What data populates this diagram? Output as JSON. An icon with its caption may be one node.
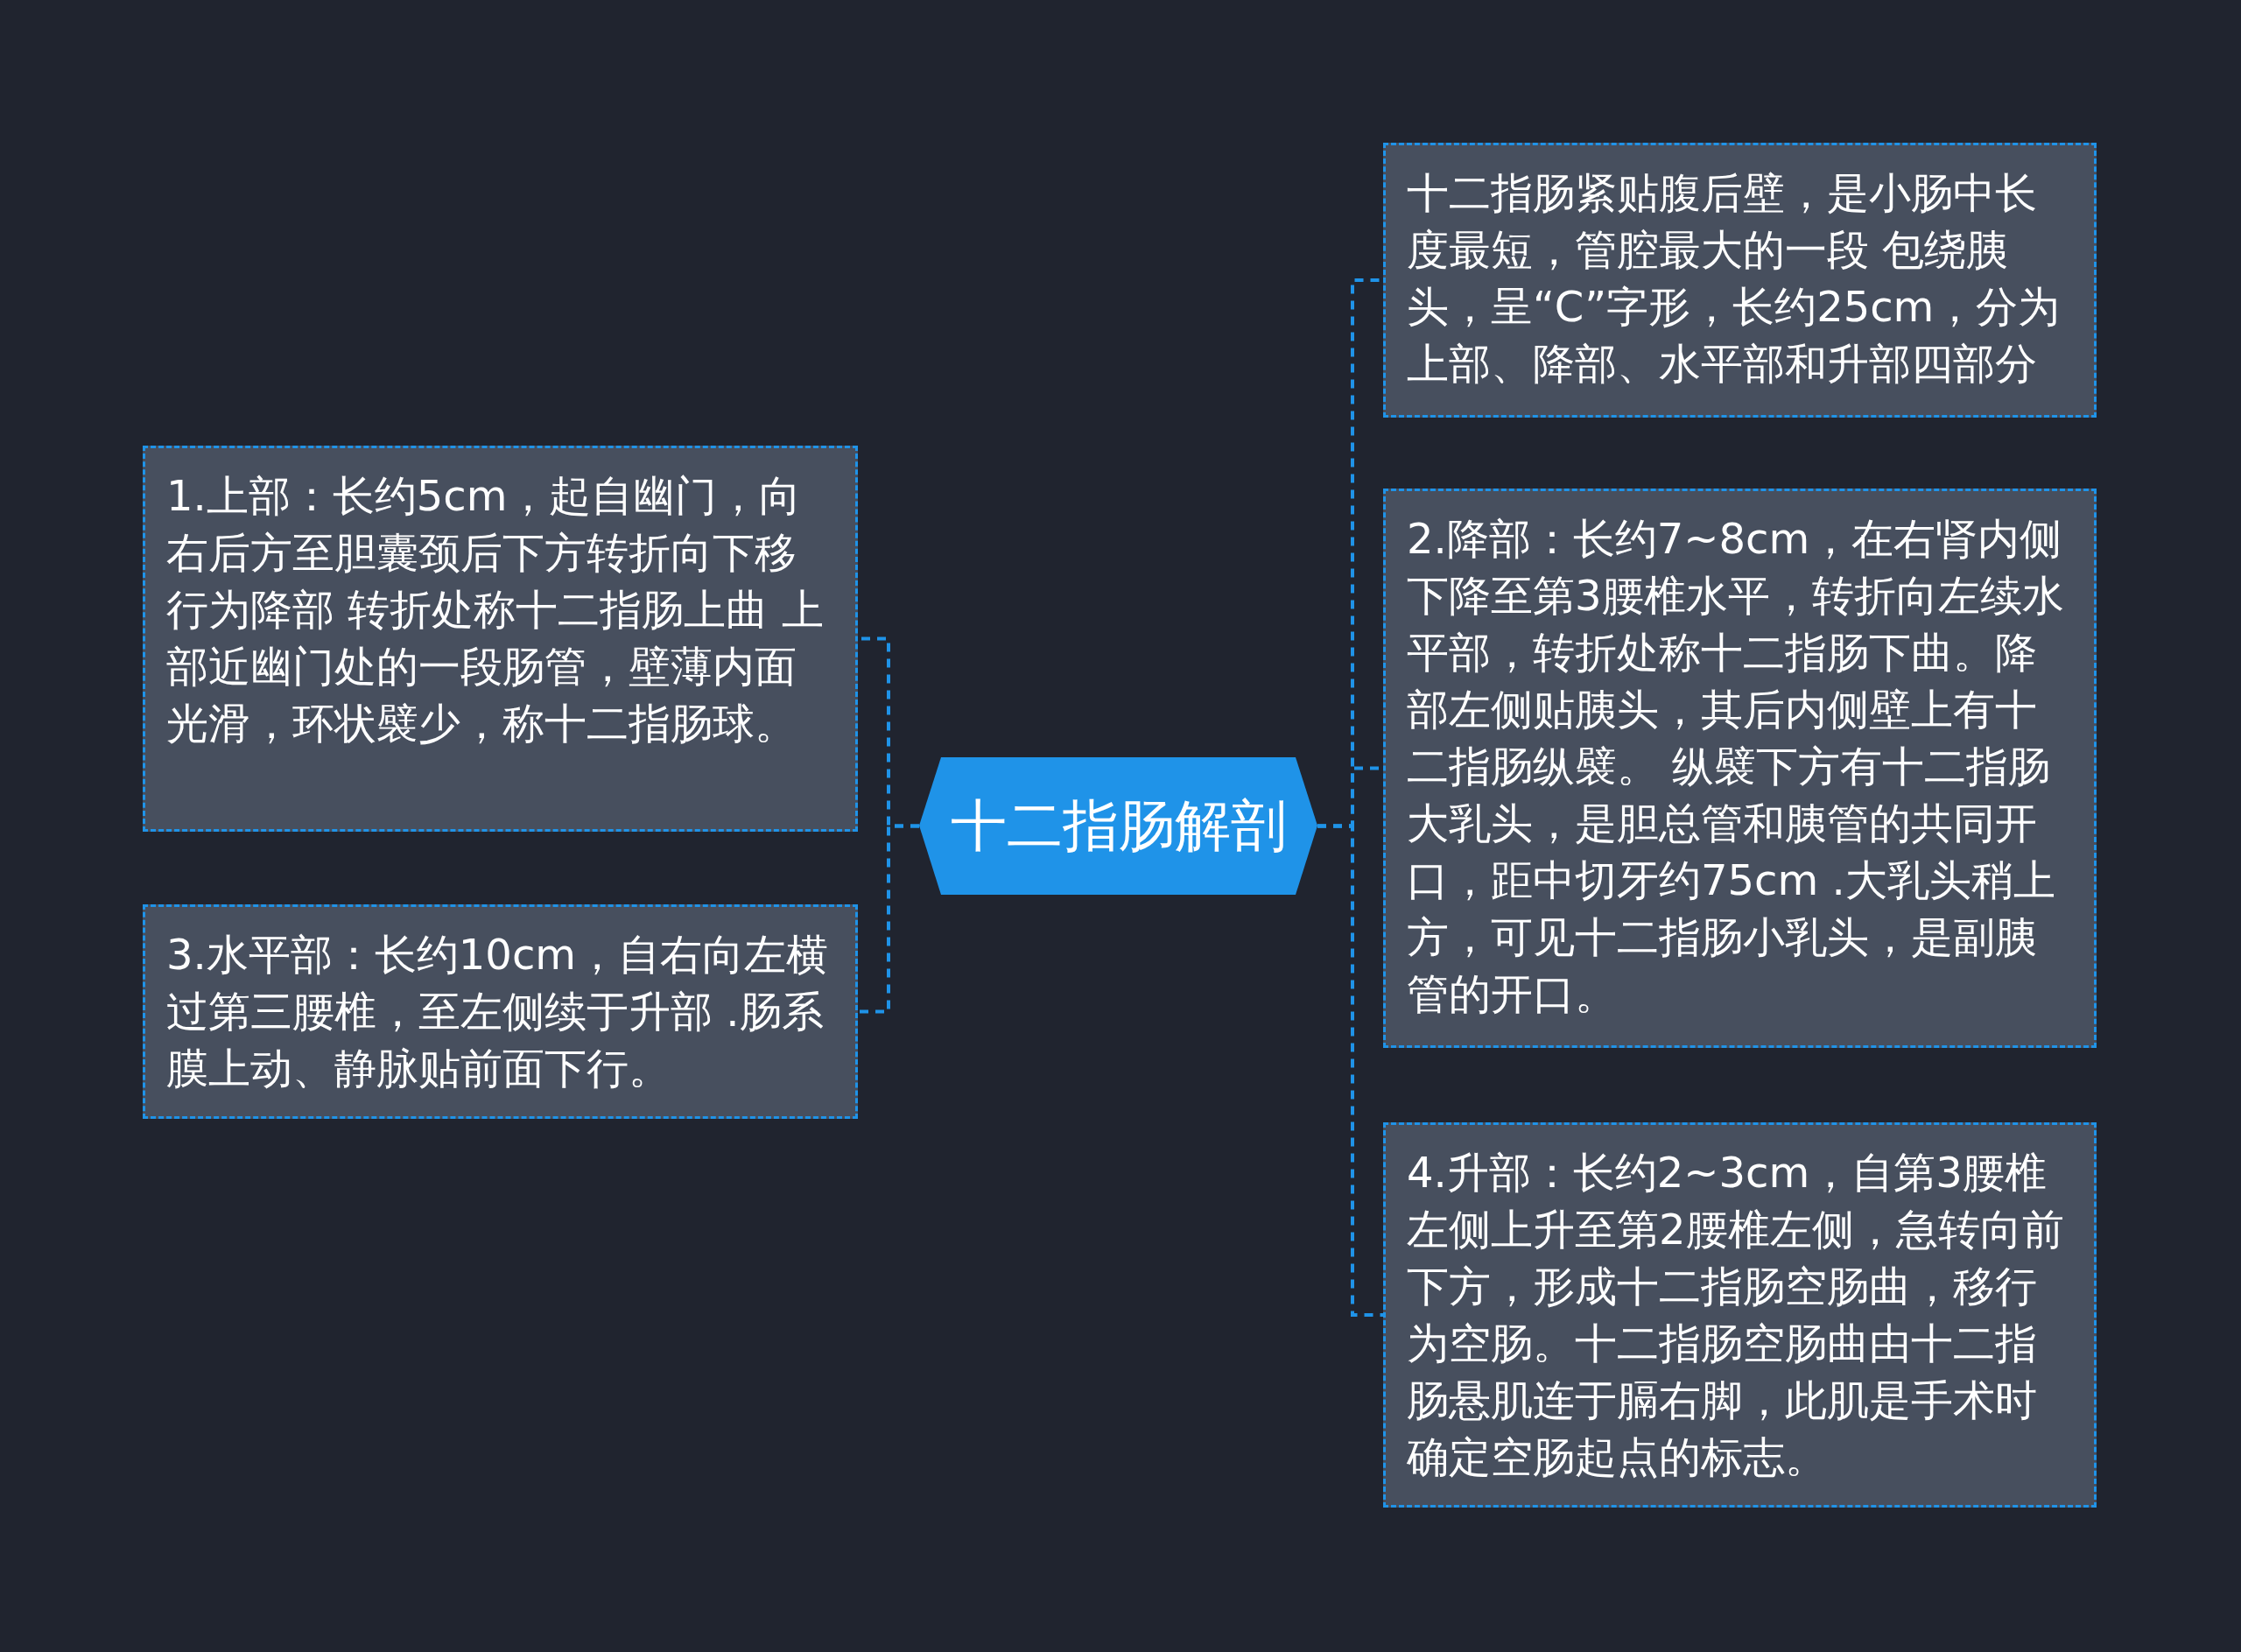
{
  "diagram": {
    "nodes": [
      {
        "text": [
          "十二指肠解剖"
        ]
      },
      {
        "text": [
          "1.上部：长约5cm，起自幽门，向右后方至胆囊颈后下方转折向下移行为降部 转折处称十二指肠上曲 上部近幽门处的一段肠管，壁薄内面光滑，环状襞少，称十二指肠球。"
        ]
      },
      {
        "text": [
          "3.水平部：长约10cm，自右向左横过第三腰椎，至左侧续于升部 .肠系膜上动、静脉贴前面下行。"
        ]
      },
      {
        "text": [
          "十二指肠紧贴腹后壁，是小肠中长度最短，管腔最大的一段 包绕胰头，呈“C”字形，长约25cm，分为上部、降部、水平部和升部四部分"
        ]
      },
      {
        "text": [
          "2.降部：长约7~8cm，在右肾内侧下降至第3腰椎水平，转折向左续水平部，转折处称十二指肠下曲。降部左侧贴胰头，其后内侧壁上有十二指肠纵襞。 纵襞下方有十二指肠大乳头，是胆总管和胰管的共同开口，距中切牙约75cm .大乳头稍上方，可见十二指肠小乳头，是副胰管的开口。"
        ]
      },
      {
        "text": [
          "4.升部：长约2~3cm，自第3腰椎左侧上升至第2腰椎左侧，急转向前下方，形成十二指肠空肠曲，移行为空肠。十二指肠空肠曲由十二指肠悬肌连于膈右脚，此肌是手术时确定空肠起点的标志。"
        ]
      }
    ],
    "edges": [
      {
        "from": 0,
        "to": 1,
        "arrow": "none",
        "style": "dashed"
      },
      {
        "from": 0,
        "to": 2,
        "arrow": "none",
        "style": "dashed"
      },
      {
        "from": 0,
        "to": 3,
        "arrow": "none",
        "style": "dashed"
      },
      {
        "from": 0,
        "to": 4,
        "arrow": "none",
        "style": "dashed"
      },
      {
        "from": 0,
        "to": 5,
        "arrow": "none",
        "style": "dashed"
      }
    ]
  }
}
